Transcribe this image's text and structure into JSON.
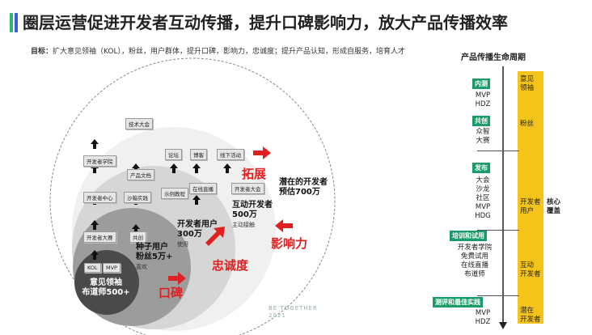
{
  "header": {
    "title": "圈层运营促进开发者互动传播，提升口碑影响力，放大产品传播效率",
    "goal_label": "目标：",
    "goal_text": "扩大意见领袖（KOL），粉丝，用户群体，提升口碑，影响力，忠诚度；提升产品认知，形成自服务，培育人才",
    "accent_colors": [
      "#2bb673",
      "#3b5bdb"
    ]
  },
  "diagram": {
    "inner_circle": {
      "tags": [
        "KOL",
        "MVP"
      ],
      "label": "意见领袖\n布道师500+"
    },
    "ring2": {
      "tags": [
        "开发者大赛",
        "共创"
      ],
      "label": "种子用户\n粉丝5万+",
      "sub": "喜欢"
    },
    "ring3": {
      "tags": [
        "开发者中心",
        "沙箱实践",
        "示例教程",
        "在线直播"
      ],
      "label": "开发者用户\n300万",
      "sub": "使用"
    },
    "ring4": {
      "tags": [
        "开发者学院",
        "产品文档",
        "论坛",
        "博客",
        "线下活动",
        "开发者大会"
      ],
      "label": "互动开发者\n500万",
      "sub": "主动接触"
    },
    "outer": {
      "tags": [
        "技术大会"
      ],
      "label": "潜在的开发者\n预估700万"
    },
    "red_labels": {
      "koubei": "口碑",
      "zhongchengdu": "忠诚度",
      "yingxiangli": "影响力",
      "tuozhan": "拓展"
    },
    "watermark": "BE TOGETHER\n2021"
  },
  "lifecycle": {
    "title": "产品传播生命周期",
    "stages": [
      {
        "badge": "内测",
        "items": [
          "MVP",
          "HDZ"
        ]
      },
      {
        "badge": "共创",
        "items": [
          "众智",
          "大赛"
        ]
      },
      {
        "badge": "发布",
        "items": [
          "大会",
          "沙龙",
          "社区",
          "MVP",
          "HDG"
        ]
      },
      {
        "badge": "培训和试用",
        "items": [
          "开发者学院",
          "免费试用",
          "在线直播",
          "布道师"
        ]
      },
      {
        "badge": "测评和最佳实践",
        "items": [
          "MVP",
          "HDZ"
        ]
      }
    ],
    "roles": [
      "意见\n领袖",
      "粉丝",
      "开发者\n用户",
      "互动\n开发者",
      "潜在\n开发者"
    ],
    "core_label": "核心\n覆盖",
    "badge_color": "#1a9c6a",
    "bar_color": "#f4c41b"
  }
}
